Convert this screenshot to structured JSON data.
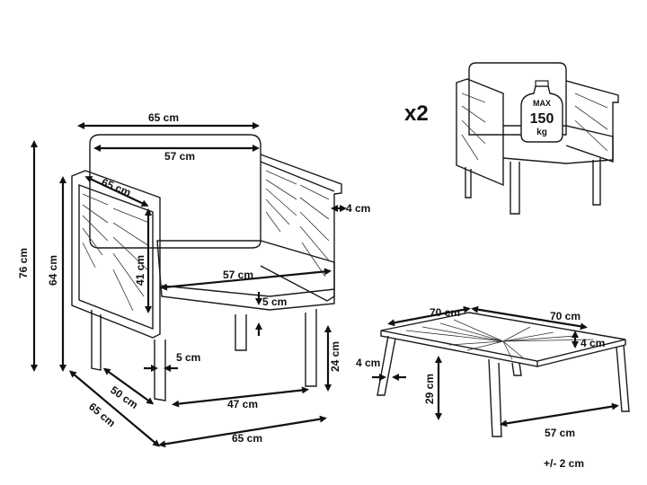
{
  "diagram": {
    "multiplier": "x2",
    "max_load": {
      "top": "MAX",
      "value": "150",
      "unit": "kg"
    },
    "tolerance": "+/- 2 cm",
    "chair_dims": {
      "top_width": "65 cm",
      "backrest_width": "57 cm",
      "armrest_depth": "65 cm",
      "armrest_thickness": "4 cm",
      "total_height": "76 cm",
      "back_height": "64 cm",
      "seat_height_front": "41 cm",
      "seat_width": "57 cm",
      "cushion_thickness": "5 cm",
      "leg_thickness": "5 cm",
      "seat_height": "24 cm",
      "seat_depth": "50 cm",
      "side_depth": "65 cm",
      "inner_width": "47 cm",
      "bottom_width": "65 cm"
    },
    "table_dims": {
      "width": "70 cm",
      "depth": "70 cm",
      "top_thickness": "4 cm",
      "leg_thickness": "4 cm",
      "height": "29 cm",
      "inner_width": "57 cm"
    }
  }
}
